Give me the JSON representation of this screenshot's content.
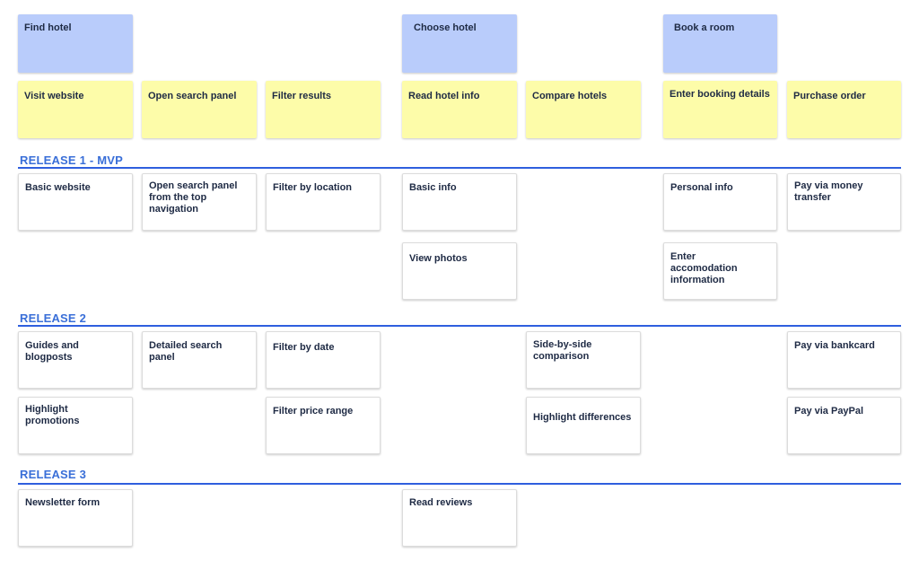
{
  "epics": [
    {
      "text": "Find hotel"
    },
    {
      "text": "Choose hotel"
    },
    {
      "text": "Book a room"
    }
  ],
  "steps": [
    {
      "text": "Visit website"
    },
    {
      "text": "Open search panel"
    },
    {
      "text": "Filter results"
    },
    {
      "text": "Read hotel info"
    },
    {
      "text": "Compare hotels"
    },
    {
      "text": "Enter booking details"
    },
    {
      "text": "Purchase order"
    }
  ],
  "releases": [
    {
      "title": "RELEASE 1 - MVP",
      "stories": [
        {
          "text": "Basic website"
        },
        {
          "text": "Open search panel from the top navigation"
        },
        {
          "text": "Filter by location"
        },
        {
          "text": "Basic info"
        },
        {
          "text": "Personal info"
        },
        {
          "text": "Pay via money transfer"
        },
        {
          "text": "View photos"
        },
        {
          "text": "Enter accomodation information"
        }
      ]
    },
    {
      "title": "RELEASE 2",
      "stories": [
        {
          "text": "Guides and blogposts"
        },
        {
          "text": "Detailed search panel"
        },
        {
          "text": "Filter by date"
        },
        {
          "text": "Side-by-side comparison"
        },
        {
          "text": "Pay via bankcard"
        },
        {
          "text": "Highlight promotions"
        },
        {
          "text": "Filter price range"
        },
        {
          "text": "Highlight differences"
        },
        {
          "text": "Pay via PayPal"
        }
      ]
    },
    {
      "title": "RELEASE 3",
      "stories": [
        {
          "text": "Newsletter form"
        },
        {
          "text": "Read reviews"
        }
      ]
    }
  ]
}
